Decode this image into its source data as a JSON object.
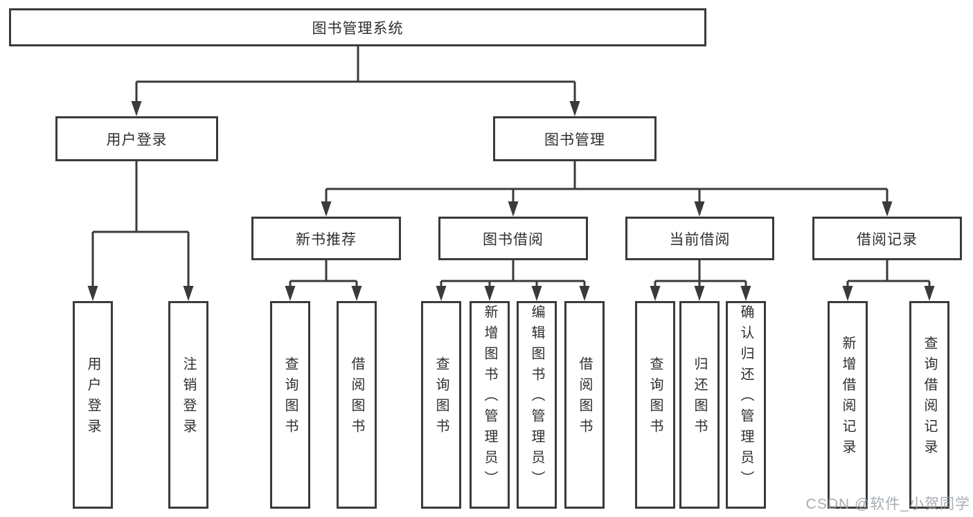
{
  "diagram": {
    "title_node": {
      "label": "图书管理系统"
    },
    "level2": [
      {
        "id": "user-login",
        "label": "用户登录"
      },
      {
        "id": "book-management",
        "label": "图书管理"
      }
    ],
    "level3": [
      {
        "id": "new-book-recommend",
        "label": "新书推荐"
      },
      {
        "id": "book-borrow",
        "label": "图书借阅"
      },
      {
        "id": "current-borrow",
        "label": "当前借阅"
      },
      {
        "id": "borrow-records",
        "label": "借阅记录"
      }
    ],
    "leaves": [
      {
        "id": "leaf-user-login",
        "parent": "user-login",
        "label": "用户登录"
      },
      {
        "id": "leaf-logout",
        "parent": "user-login",
        "label": "注销登录"
      },
      {
        "id": "leaf-query-books-1",
        "parent": "new-book-recommend",
        "label": "查询图书"
      },
      {
        "id": "leaf-borrow-books-1",
        "parent": "new-book-recommend",
        "label": "借阅图书"
      },
      {
        "id": "leaf-query-books-2",
        "parent": "book-borrow",
        "label": "查询图书"
      },
      {
        "id": "leaf-add-books-admin",
        "parent": "book-borrow",
        "label": "新增图书（管理员）"
      },
      {
        "id": "leaf-edit-books-admin",
        "parent": "book-borrow",
        "label": "编辑图书（管理员）"
      },
      {
        "id": "leaf-borrow-books-2",
        "parent": "book-borrow",
        "label": "借阅图书"
      },
      {
        "id": "leaf-query-books-3",
        "parent": "current-borrow",
        "label": "查询图书"
      },
      {
        "id": "leaf-return-books",
        "parent": "current-borrow",
        "label": "归还图书"
      },
      {
        "id": "leaf-confirm-return-admin",
        "parent": "current-borrow",
        "label": "确认归还（管理员）"
      },
      {
        "id": "leaf-add-borrow-record",
        "parent": "borrow-records",
        "label": "新增借阅记录"
      },
      {
        "id": "leaf-query-borrow-record",
        "parent": "borrow-records",
        "label": "查询借阅记录"
      }
    ]
  },
  "watermark": {
    "text": "CSDN @软件_小贺同学"
  },
  "colors": {
    "line": "#3a3a3a",
    "box_border": "#3a3a3a",
    "text": "#2f2f2f",
    "watermark": "#989ea3",
    "background": "#ffffff"
  }
}
